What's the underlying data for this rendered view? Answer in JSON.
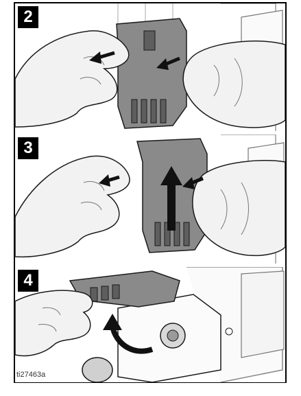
{
  "steps": [
    {
      "number": "2"
    },
    {
      "number": "3"
    },
    {
      "number": "4"
    }
  ],
  "figure_code": "ti27463a",
  "colors": {
    "skin": "#f2f2f2",
    "part": "#8a8a8a",
    "part_dark": "#5e5e5e",
    "line": "#1a1a1a",
    "arrow": "#111111"
  }
}
